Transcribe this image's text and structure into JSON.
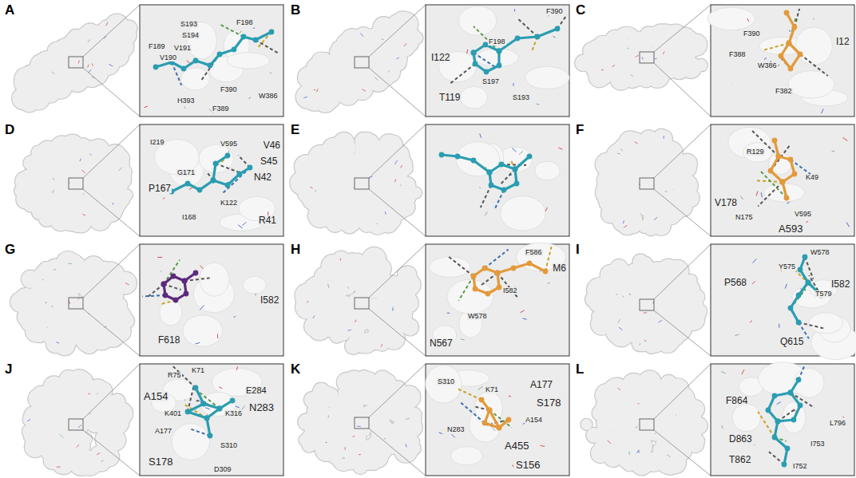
{
  "diagram": {
    "labels": [
      "A",
      "F189",
      "S193",
      "S194",
      "F198",
      "V191",
      "V190",
      "H393",
      "F390",
      "F389",
      "W386",
      "B",
      "F390",
      "I122",
      "F198",
      "S197",
      "T119",
      "S193",
      "C",
      "F390",
      "F388",
      "W386",
      "F382",
      "I12",
      "D",
      "I219",
      "V595",
      "V46",
      "S45",
      "N42",
      "G171",
      "P167",
      "I168",
      "R41",
      "K122",
      "E",
      "F",
      "R129",
      "K49",
      "V178",
      "N175",
      "V595",
      "A593",
      "G",
      "F618",
      "I582",
      "H",
      "F586",
      "I582",
      "W578",
      "N567",
      "M6",
      "I",
      "W578",
      "Y575",
      "P568",
      "T579",
      "I582",
      "Q615",
      "J",
      "R75",
      "K71",
      "A154",
      "E284",
      "N283",
      "K401",
      "K316",
      "A177",
      "S310",
      "S178",
      "D309",
      "K",
      "S310",
      "A177",
      "K71",
      "S178",
      "A154",
      "N283",
      "A455",
      "S156",
      "L",
      "F864",
      "D863",
      "T862",
      "L796",
      "I753",
      "I752"
    ]
  }
}
